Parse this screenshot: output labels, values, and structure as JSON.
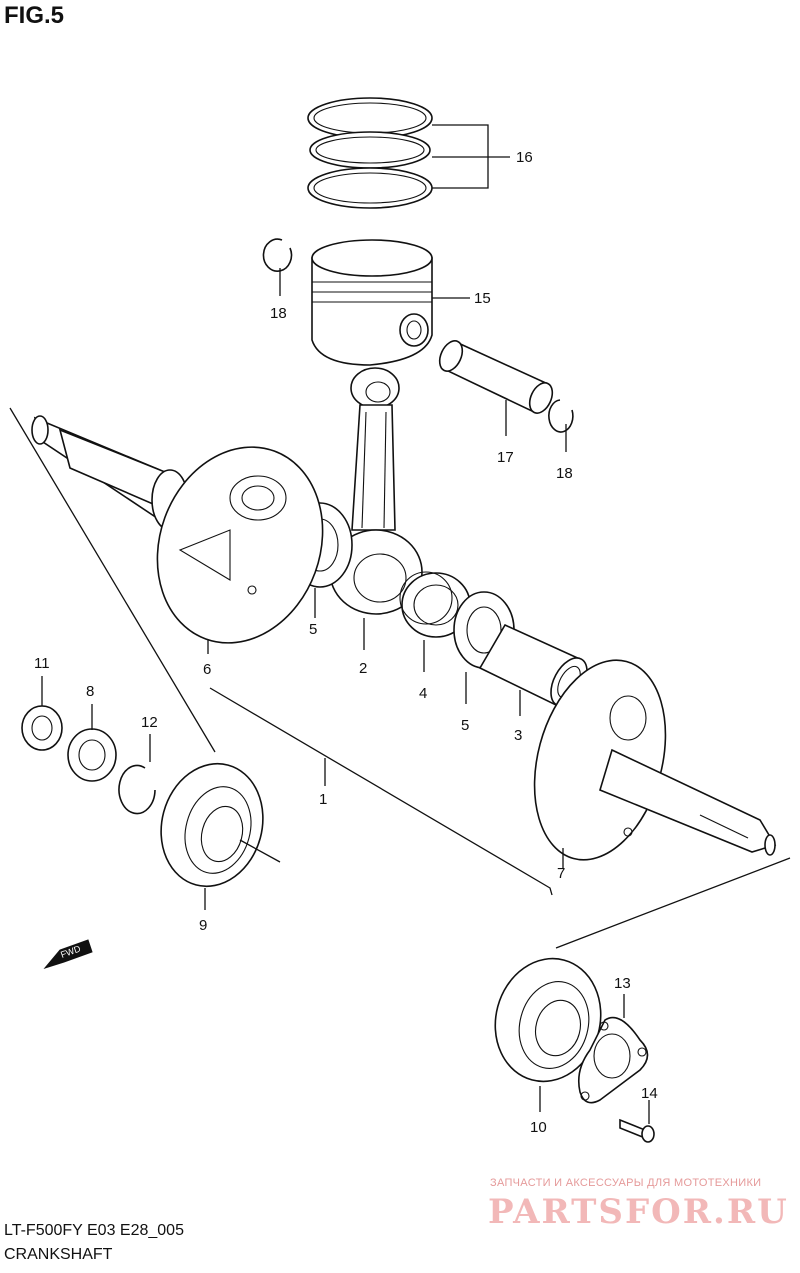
{
  "figure": {
    "title": "FIG.5",
    "model_code": "LT-F500FY E03 E28_005",
    "name": "CRANKSHAFT"
  },
  "callouts": [
    "1",
    "2",
    "3",
    "4",
    "5",
    "5",
    "6",
    "7",
    "8",
    "9",
    "10",
    "11",
    "12",
    "13",
    "14",
    "15",
    "16",
    "17",
    "18",
    "18"
  ],
  "direction_badge": "FWD",
  "watermark": {
    "subtitle": "ЗАПЧАСТИ И АКСЕССУАРЫ ДЛЯ МОТОТЕХНИКИ",
    "logo": "PARTSFOR.RU"
  },
  "colors": {
    "line": "#111111",
    "watermark": "#f2b8b8"
  }
}
